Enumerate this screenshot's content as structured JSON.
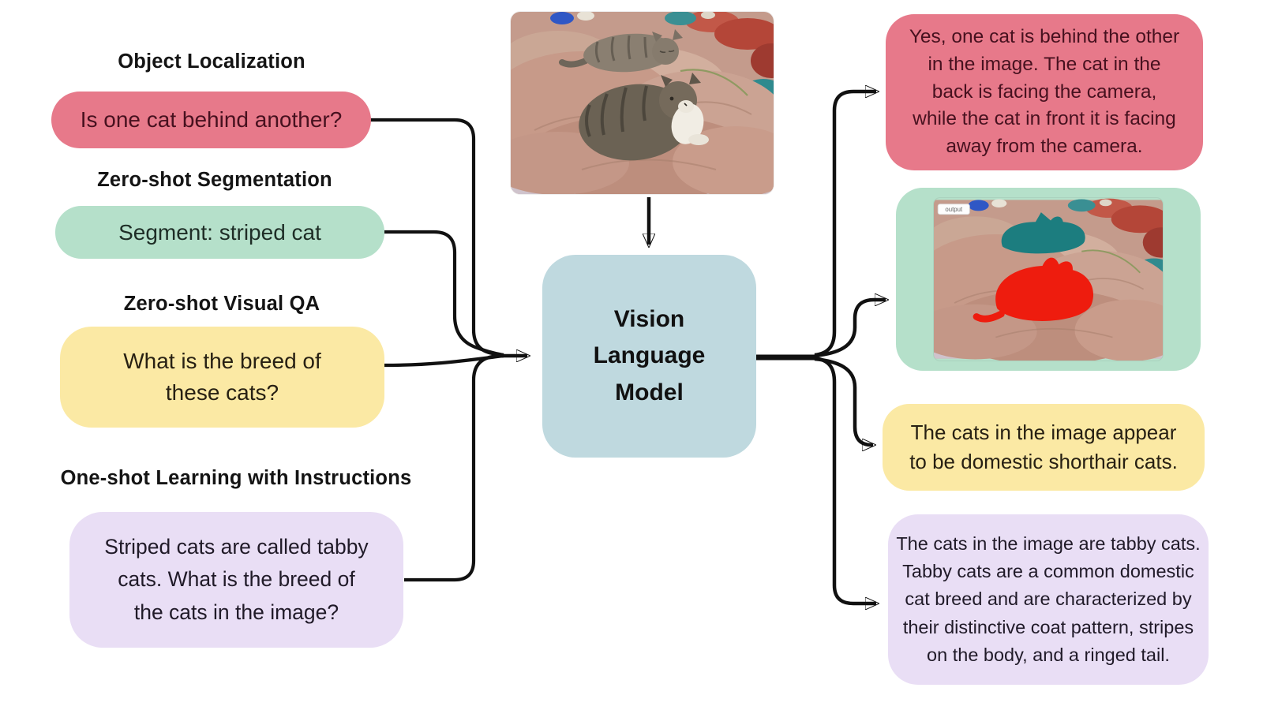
{
  "figure_title": "Vision Language Model capabilities diagram",
  "colors": {
    "pink": "#e7798a",
    "green": "#b5e0ca",
    "yellow": "#fbe9a4",
    "purple": "#e9def5",
    "model_blue": "#bfd9df",
    "line": "#111111",
    "pink_text": "#47111f",
    "green_text": "#1e2d26",
    "yellow_text": "#272013",
    "purple_text": "#201a28",
    "segmentation_mask_teal": "#1c7d7f",
    "segmentation_mask_red": "#ee1c0e"
  },
  "tasks": [
    {
      "heading": "Object Localization",
      "prompt": "Is one cat behind another?",
      "color": "#e7798a",
      "text_color": "#47111f"
    },
    {
      "heading": "Zero-shot Segmentation",
      "prompt": "Segment: striped cat",
      "color": "#b5e0ca",
      "text_color": "#1e2d26"
    },
    {
      "heading": "Zero-shot Visual QA",
      "prompt": "What is the breed of\nthese cats?",
      "color": "#fbe9a4",
      "text_color": "#272013"
    },
    {
      "heading": "One-shot Learning with Instructions",
      "prompt": "Striped cats are called tabby\ncats. What is the breed of\nthe cats in the image?",
      "color": "#e9def5",
      "text_color": "#201a28"
    }
  ],
  "model": {
    "label": "Vision\nLanguage\nModel",
    "color": "#bfd9df",
    "text_color": "#111111"
  },
  "outputs": [
    {
      "text": "Yes, one cat is behind the other\nin the image. The cat in the\nback is facing the camera,\nwhile the cat in front it is facing\naway from the camera.",
      "color": "#e7798a",
      "text_color": "#47111f"
    },
    {
      "chip_label": "output",
      "color": "#b5e0ca"
    },
    {
      "text": "The cats in the image appear\nto be domestic shorthair cats.",
      "color": "#fbe9a4",
      "text_color": "#272013"
    },
    {
      "text": "The cats in the image are tabby cats.\nTabby cats are a common domestic\ncat breed and are characterized by\ntheir distinctive coat pattern,  stripes\non the body, and a ringed tail.",
      "color": "#e9def5",
      "text_color": "#201a28"
    }
  ]
}
